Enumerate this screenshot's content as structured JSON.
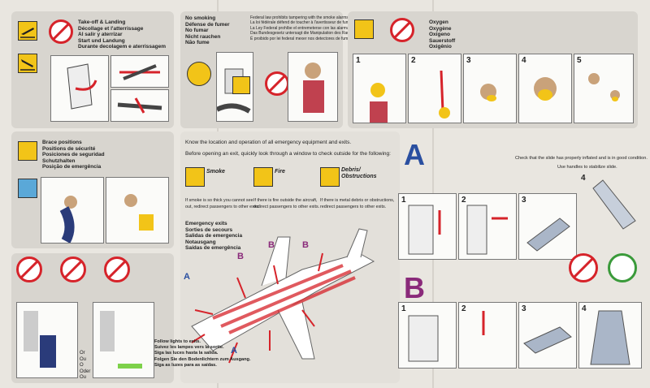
{
  "takeoff": {
    "lines": [
      "Take-off & Landing",
      "Décollage et l'atterrissage",
      "Al salir y aterrizar",
      "Start und Landung",
      "Durante decolagem e aterrissagem"
    ]
  },
  "nosmoking": {
    "lines": [
      "No smoking",
      "Défense de fumer",
      "No fumar",
      "Nicht rauchen",
      "Não fume"
    ],
    "law": [
      "Federal law prohibits tampering with the smoke alarms.",
      "La loi fédérale défend de toucher à l'avertisseur de fumée.",
      "La Ley Federal prohíbe el entremeterse con las alarmas de humo.",
      "Das Bundesgesetz untersagt die Manipulation des Rauchalarms.",
      "É proibido por lei federal mexer nos detectores de fumaça."
    ]
  },
  "oxygen": {
    "lines": [
      "Oxygen",
      "Oxygène",
      "Oxígeno",
      "Sauerstoff",
      "Oxigênio"
    ],
    "steps": [
      "1",
      "2",
      "3",
      "4",
      "5"
    ]
  },
  "brace": {
    "lines": [
      "Brace positions",
      "Positions de sécurité",
      "Posiciones de seguridad",
      "Schutzhalten",
      "Posição de emergência"
    ]
  },
  "exits": {
    "intro": "Know the location and operation of all emergency equipment and exits.",
    "before": "Before opening an exit, quickly look through a window to check outside for the following:",
    "smoke_label": "Smoke",
    "fire_label": "Fire",
    "debris_label": [
      "Debris/",
      "Obstructions"
    ],
    "smoke_text": [
      "If smoke is so thick you cannot see",
      "out, redirect passengers to other exits."
    ],
    "fire_text": [
      "If there is fire outside the aircraft,",
      "redirect passengers to other exits."
    ],
    "debris_text": [
      "If there is metal debris or obstructions,",
      "redirect passengers to other exits."
    ],
    "emergency_lines": [
      "Emergency exits",
      "Sorties de secours",
      "Salidas de emergencia",
      "Notausgang",
      "Saídas de emergência"
    ],
    "door_a": "A",
    "door_b": "B"
  },
  "floor": {
    "or_lines": [
      "Or",
      "Ou",
      "O",
      "Oder",
      "Ou"
    ],
    "follow_lines": [
      "Follow lights to exits.",
      "Suivez les lampes vers la sortie.",
      "Siga las luces hasta la salida.",
      "Folgen Sie den Bodenlichtern zum Ausgang.",
      "Siga as luzes para as saídas."
    ]
  },
  "doorA": {
    "letter": "A",
    "check": "Check that the slide has properly inflated and is in good condition.",
    "handles": "Use handles to stabilize slide.",
    "steps": [
      "1",
      "2",
      "3",
      "4"
    ]
  },
  "doorB": {
    "letter": "B",
    "steps": [
      "1",
      "2",
      "3",
      "4"
    ]
  },
  "colors": {
    "red": "#d6232a",
    "yellow": "#f2c418",
    "blue": "#2a4fa0",
    "purple": "#8a2a7a",
    "panel": "#d8d5cf"
  }
}
